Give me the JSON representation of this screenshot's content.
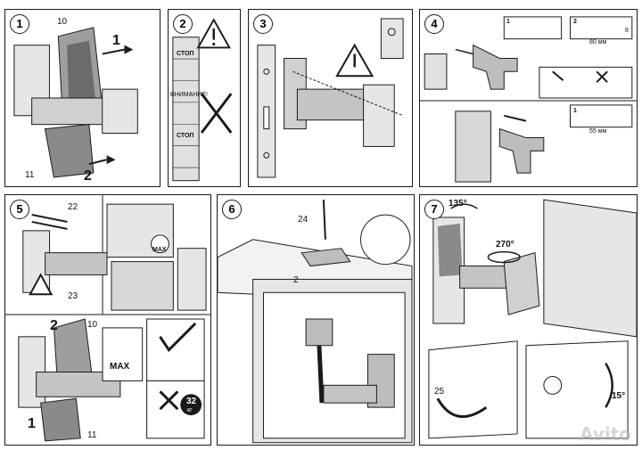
{
  "steps": {
    "s1": {
      "num": "1",
      "part_top": "10",
      "part_bottom": "11",
      "arrow_a": "1",
      "arrow_b": "2"
    },
    "s2": {
      "num": "2",
      "warn_top": "СТОП",
      "warn_label": "ВНИМАНИЕ!",
      "warn_bottom": "СТОП"
    },
    "s3": {
      "num": "3"
    },
    "s4": {
      "num": "4",
      "box_a": "1",
      "box_b": "2",
      "dim_a": "80 мм",
      "dim_b": "55 мм",
      "box_c": "1",
      "dia": "8"
    },
    "s5": {
      "num": "5",
      "part_a": "22",
      "part_b": "23",
      "part_c": "10",
      "part_d": "11",
      "max_a": "MAX",
      "max_b": "MAX",
      "weight": "32",
      "weight_unit": "кг",
      "arrow_a": "2",
      "arrow_b": "1"
    },
    "s6": {
      "num": "6",
      "part_a": "24",
      "part_b": "2"
    },
    "s7": {
      "num": "7",
      "angle_a": "135°",
      "angle_b": "270°",
      "angle_c": "15°",
      "part": "25"
    }
  },
  "watermark": "Avito",
  "colors": {
    "ink": "#1a1a1a",
    "metal": "#bdbdbd",
    "dark": "#6b6b6b",
    "light": "#e6e6e6"
  }
}
